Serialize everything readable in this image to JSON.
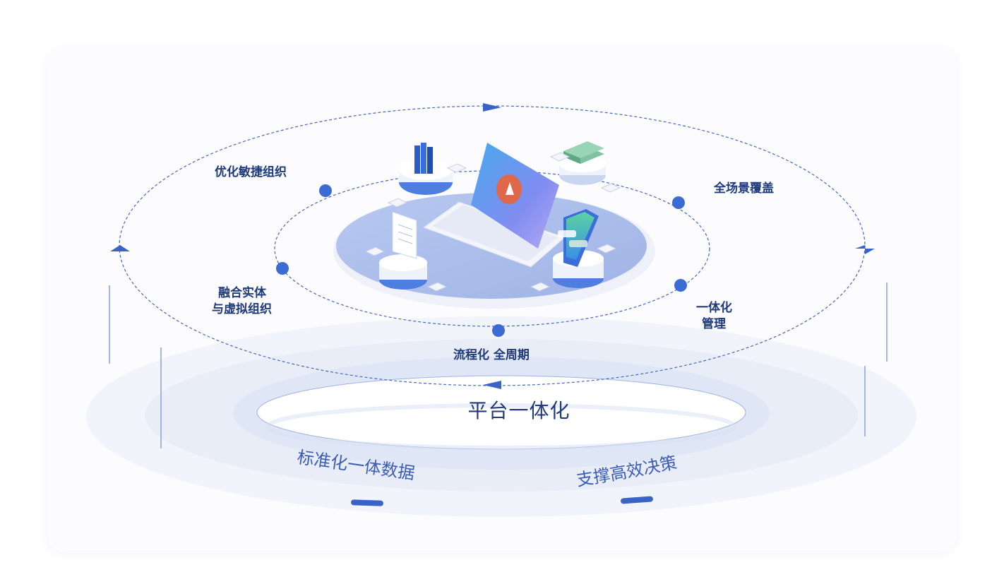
{
  "labels": {
    "optimize_agile": "优化敏捷组织",
    "full_scene": "全场景覆盖",
    "fusion_line1": "融合实体",
    "fusion_line2": "与虚拟组织",
    "integrated_line1": "一体化",
    "integrated_line2": "管理",
    "process": "流程化 全周期",
    "platform": "平台一体化",
    "standard_data": "标准化一体数据",
    "support_decision": "支撑高效决策"
  },
  "colors": {
    "accent": "#3a63c8",
    "text": "#1f3a7a",
    "dot": "#3c6bd4",
    "dash": "#4468c6"
  },
  "icons": [
    "books-icon",
    "cash-stack-icon",
    "laptop-icon",
    "document-scroll-icon",
    "phone-chat-icon"
  ]
}
